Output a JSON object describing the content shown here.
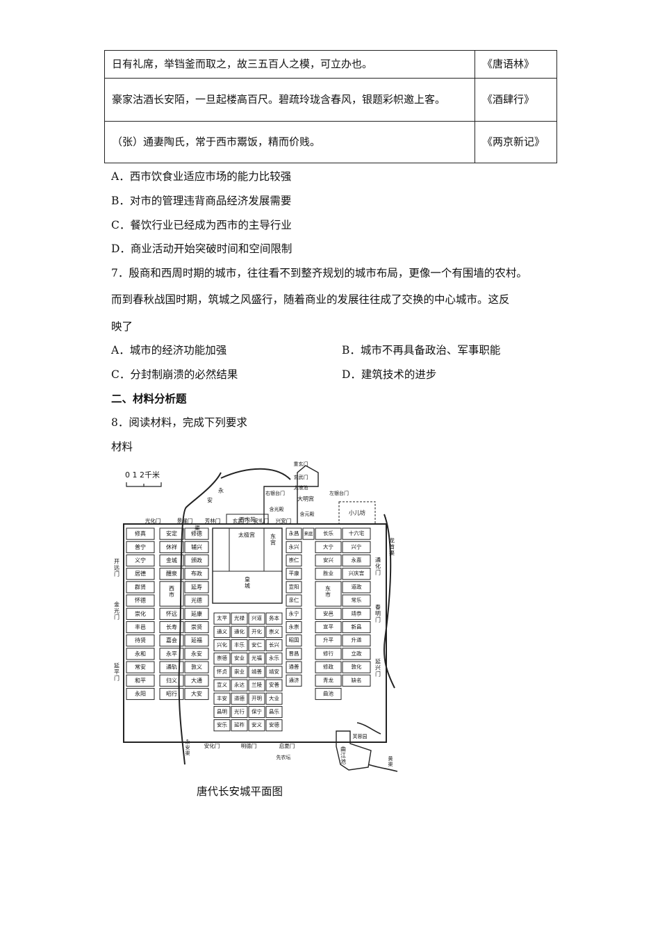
{
  "table": {
    "rows": [
      {
        "text": "日有礼席，举铛釜而取之，故三五百人之模，可立办也。",
        "source": "《唐语林》"
      },
      {
        "text": "豪家沽酒长安陌，一旦起楼高百尺。碧疏玲珑含春风，银题彩帜邀上客。",
        "source": "《酒肆行》"
      },
      {
        "text": "（张）通妻陶氏，常于西市鬻饭，精而价贱。",
        "source": "《两京新记》"
      }
    ]
  },
  "q6_options": {
    "a": "A．西市饮食业适应市场的能力比较强",
    "b": "B．对市的管理违背商品经济发展需要",
    "c": "C．餐饮行业已经成为西市的主导行业",
    "d": "D．商业活动开始突破时间和空间限制"
  },
  "q7": {
    "line1": "7．殷商和西周时期的城市，往往看不到整齐规划的城市布局，更像一个有围墙的农村。",
    "line2": "而到春秋战国时期，筑城之风盛行，随着商业的发展往往成了交换的中心城市。这反",
    "line3": "映了",
    "a": "A．城市的经济功能加强",
    "b": "B．城市不再具备政治、军事职能",
    "c": "C．分封制崩溃的必然结果",
    "d": "D．建筑技术的进步"
  },
  "section2": {
    "title": "二、材料分析题",
    "q8": "8．阅读材料，完成下列要求",
    "material": "材料"
  },
  "map": {
    "scale": "0  1  2千米",
    "caption": "唐代长安城平面图",
    "west_cols": [
      [
        "修真",
        "普宁",
        "义宁",
        "居德",
        "群贤",
        "怀德",
        "崇化",
        "丰邑",
        "待贤",
        "永和",
        "常安",
        "和平",
        "永阳"
      ],
      [
        "安定",
        "休祥",
        "金城",
        "醴泉",
        "",
        "",
        "怀远",
        "长寿",
        "嘉会",
        "永平",
        "通轨",
        "归义",
        "昭行"
      ],
      [
        "修德",
        "辅兴",
        "颁政",
        "布政",
        "延寿",
        "光德",
        "延康",
        "崇贤",
        "延福",
        "永安",
        "敦义",
        "大通",
        "大安"
      ]
    ],
    "west_market": "西市",
    "central_cols": [
      [
        "太平",
        "通义",
        "兴化",
        "崇德",
        "怀贞",
        "宣义",
        "丰安",
        "昌明",
        "安乐"
      ],
      [
        "光禄",
        "通化",
        "丰乐",
        "安业",
        "崇业",
        "永达",
        "道德",
        "光行",
        "延祚"
      ],
      [
        "兴道",
        "开化",
        "安仁",
        "光福",
        "靖善",
        "兰陵",
        "开明",
        "保宁",
        "安义"
      ],
      [
        "务本",
        "崇义",
        "长兴",
        "永乐",
        "靖安",
        "安善",
        "大业",
        "昌乐",
        "安德"
      ]
    ],
    "east_cols": [
      [
        "永昌",
        "永兴",
        "崇仁",
        "平康",
        "宣阳",
        "亲仁",
        "永宁",
        "永崇",
        "昭国",
        "晋昌",
        "通善",
        "通济"
      ],
      [
        "来庭",
        "",
        "",
        "",
        "",
        "",
        "",
        "",
        "",
        "",
        "",
        ""
      ],
      [
        "长乐",
        "大宁",
        "安兴",
        "胜业",
        "",
        "",
        "安邑",
        "宣平",
        "升平",
        "修行",
        "修政",
        "青龙",
        "曲池"
      ],
      [
        "十六宅",
        "兴宁",
        "永嘉",
        "兴庆宫",
        "道政",
        "常乐",
        "靖恭",
        "新昌",
        "升道",
        "立政",
        "敦化",
        "缺名"
      ]
    ],
    "east_market": "东市",
    "palace": {
      "taiji": "太极宫",
      "east_palace": "东宫",
      "west_court": "西内苑",
      "huangcheng": "皇城"
    },
    "gates_north": [
      "光化门",
      "景耀门",
      "芳林门",
      "玄武门",
      "安礼门",
      "兴安门"
    ],
    "gates_west": [
      "开远门",
      "金光门",
      "延平门"
    ],
    "gates_east": [
      "通化门",
      "春明门",
      "延兴门"
    ],
    "gates_south": [
      "安化门",
      "明德门",
      "启夏门"
    ],
    "daming": {
      "xuanwu": "玄武门",
      "chongxuan": "重玄门",
      "taiye": "太液池",
      "daming": "大明宫",
      "hanyuan": "含元殿",
      "hanguang": "含光殿",
      "youyin": "右银台门",
      "zuoyin": "左银台门",
      "xiaoer": "小儿坊"
    },
    "misc": {
      "yongan": "永安渠",
      "long_qu": "龙首渠",
      "xiannong": "先农坛",
      "furong": "芙蓉园",
      "qujiang": "曲江池",
      "huang_qu": "黄渠"
    }
  }
}
